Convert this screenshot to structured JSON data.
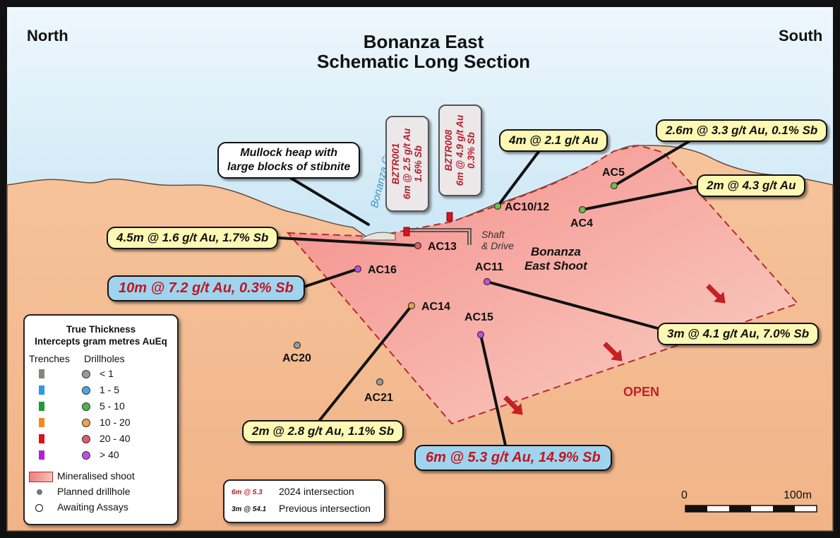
{
  "corner_left": "North",
  "corner_right": "South",
  "title_line1": "Bonanza East",
  "title_line2": "Schematic Long Section",
  "creek_label": "Bonanza Creek",
  "mullock_note": {
    "line1": "Mullock heap with",
    "line2": "large blocks of stibnite"
  },
  "trenches": [
    {
      "name": "BZTR001",
      "line1": "6m @ 2.5 g/t Au",
      "line2": "1.6% Sb"
    },
    {
      "name": "BZTR008",
      "line1": "6m @ 4.9 g/t Au",
      "line2": "0.3% Sb"
    }
  ],
  "shaft_label": {
    "line1": "Shaft",
    "line2": "& Drive"
  },
  "shoot_label": {
    "line1": "Bonanza",
    "line2": "East Shoot"
  },
  "open_label": "OPEN",
  "drillholes": [
    {
      "id": "AC5",
      "color": "#6cc24a"
    },
    {
      "id": "AC10/12",
      "color": "#6cc24a"
    },
    {
      "id": "AC4",
      "color": "#6cc24a"
    },
    {
      "id": "AC13",
      "color": "#e05a6a"
    },
    {
      "id": "AC16",
      "color": "#c04fe0"
    },
    {
      "id": "AC11",
      "color": "#c04fe0"
    },
    {
      "id": "AC14",
      "color": "#f2a04a"
    },
    {
      "id": "AC15",
      "color": "#c04fe0"
    },
    {
      "id": "AC20",
      "color": "#9a9a9a"
    },
    {
      "id": "AC21",
      "color": "#9a9a9a"
    }
  ],
  "intercepts": [
    {
      "text": "2.6m @ 3.3 g/t Au, 0.1% Sb",
      "style": "previous"
    },
    {
      "text": "4m @ 2.1 g/t Au",
      "style": "previous"
    },
    {
      "text": "2m @ 4.3 g/t Au",
      "style": "previous"
    },
    {
      "text": "4.5m @ 1.6 g/t Au, 1.7% Sb",
      "style": "previous"
    },
    {
      "text": "10m @ 7.2 g/t Au, 0.3% Sb",
      "style": "2024"
    },
    {
      "text": "3m @ 4.1 g/t Au, 7.0% Sb",
      "style": "previous"
    },
    {
      "text": "2m @ 2.8 g/t Au, 1.1% Sb",
      "style": "previous"
    },
    {
      "text": "6m @ 5.3 g/t Au, 14.9% Sb",
      "style": "2024"
    }
  ],
  "legend": {
    "title_line1": "True Thickness",
    "title_line2": "Intercepts gram metres AuEq",
    "col_trenches": "Trenches",
    "col_drillholes": "Drillholes",
    "classes": [
      {
        "label": "< 1",
        "color": "#9a9a9a",
        "trench_color": "#8a8478"
      },
      {
        "label": "1 - 5",
        "color": "#4aa8e0",
        "trench_color": "#2a9be0"
      },
      {
        "label": "5 - 10",
        "color": "#4fb548",
        "trench_color": "#1f9a35"
      },
      {
        "label": "10 - 20",
        "color": "#f2a04a",
        "trench_color": "#f08a1c"
      },
      {
        "label": "20 - 40",
        "color": "#e05a6a",
        "trench_color": "#d8141e"
      },
      {
        "label": "> 40",
        "color": "#c04fe0",
        "trench_color": "#b320d8"
      }
    ],
    "shoot": "Mineralised shoot",
    "planned": "Planned drillhole",
    "awaiting": "Awaiting Assays"
  },
  "key": {
    "sample_2024": "6m @ 5.3",
    "label_2024": "2024 intersection",
    "sample_prev": "3m @ 54.1",
    "label_prev": "Previous intersection"
  },
  "scale": {
    "start": "0",
    "end": "100m"
  },
  "colors": {
    "sky_top": "#e6f3fb",
    "sky_bottom": "#9fd4ee",
    "ground": "#f3b98f",
    "shoot": "#f08a8a",
    "callout_yellow": "#fdf8b3",
    "callout_blue": "#9fd4ef",
    "accent_red": "#c42025"
  }
}
